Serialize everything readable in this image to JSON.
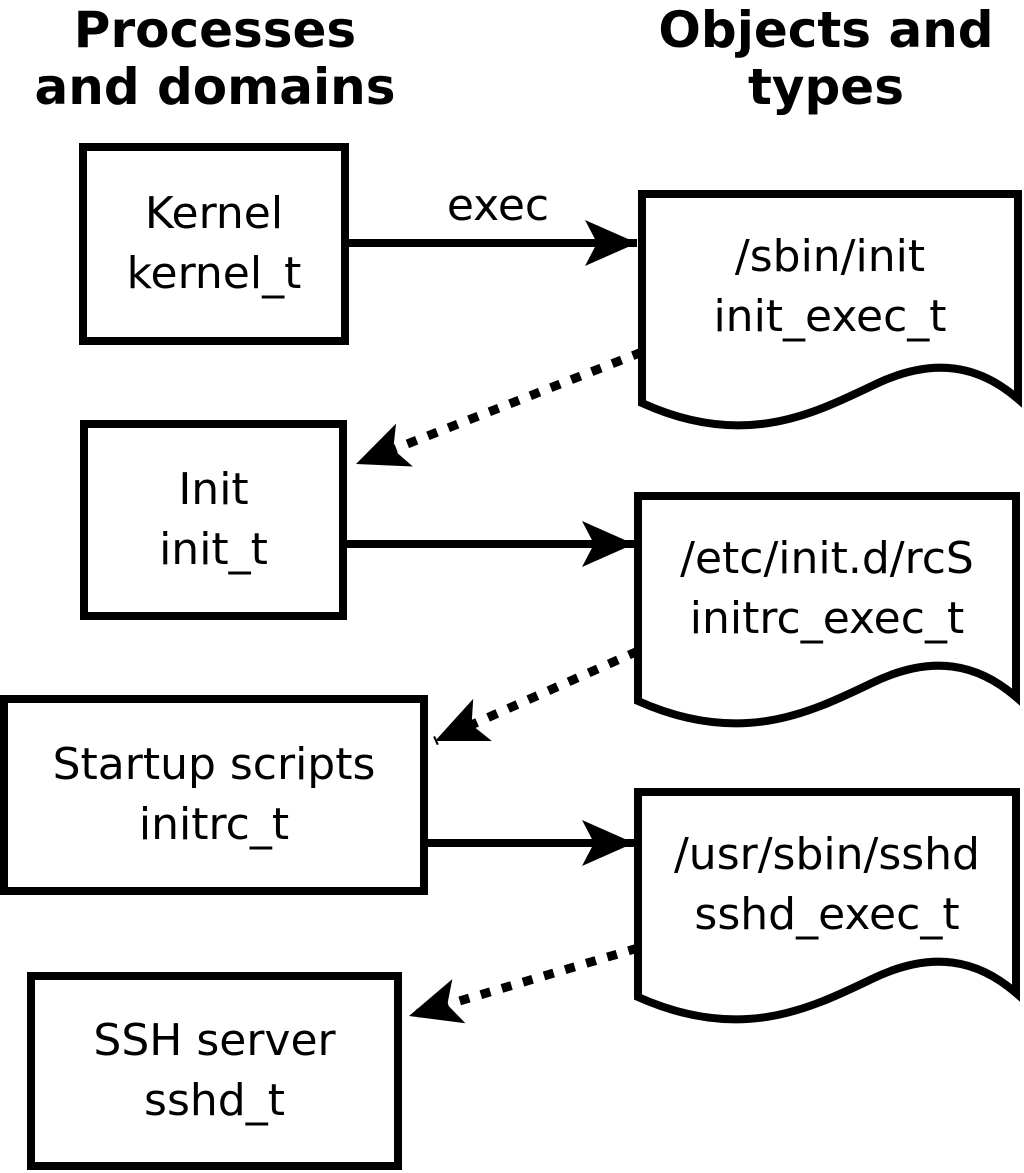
{
  "column_headers": {
    "left": {
      "line1": "Processes",
      "line2": "and domains"
    },
    "right": {
      "line1": "Objects and",
      "line2": "types"
    }
  },
  "processes": [
    {
      "name": "Kernel",
      "domain": "kernel_t"
    },
    {
      "name": "Init",
      "domain": "init_t"
    },
    {
      "name": "Startup scripts",
      "domain": "initrc_t"
    },
    {
      "name": "SSH server",
      "domain": "sshd_t"
    }
  ],
  "objects": [
    {
      "path": "/sbin/init",
      "type": "init_exec_t"
    },
    {
      "path": "/etc/init.d/rcS",
      "type": "initrc_exec_t"
    },
    {
      "path": "/usr/sbin/sshd",
      "type": "sshd_exec_t"
    }
  ],
  "edge_labels": {
    "exec": "exec"
  },
  "colors": {
    "ink": "#000000",
    "paper": "#ffffff"
  }
}
